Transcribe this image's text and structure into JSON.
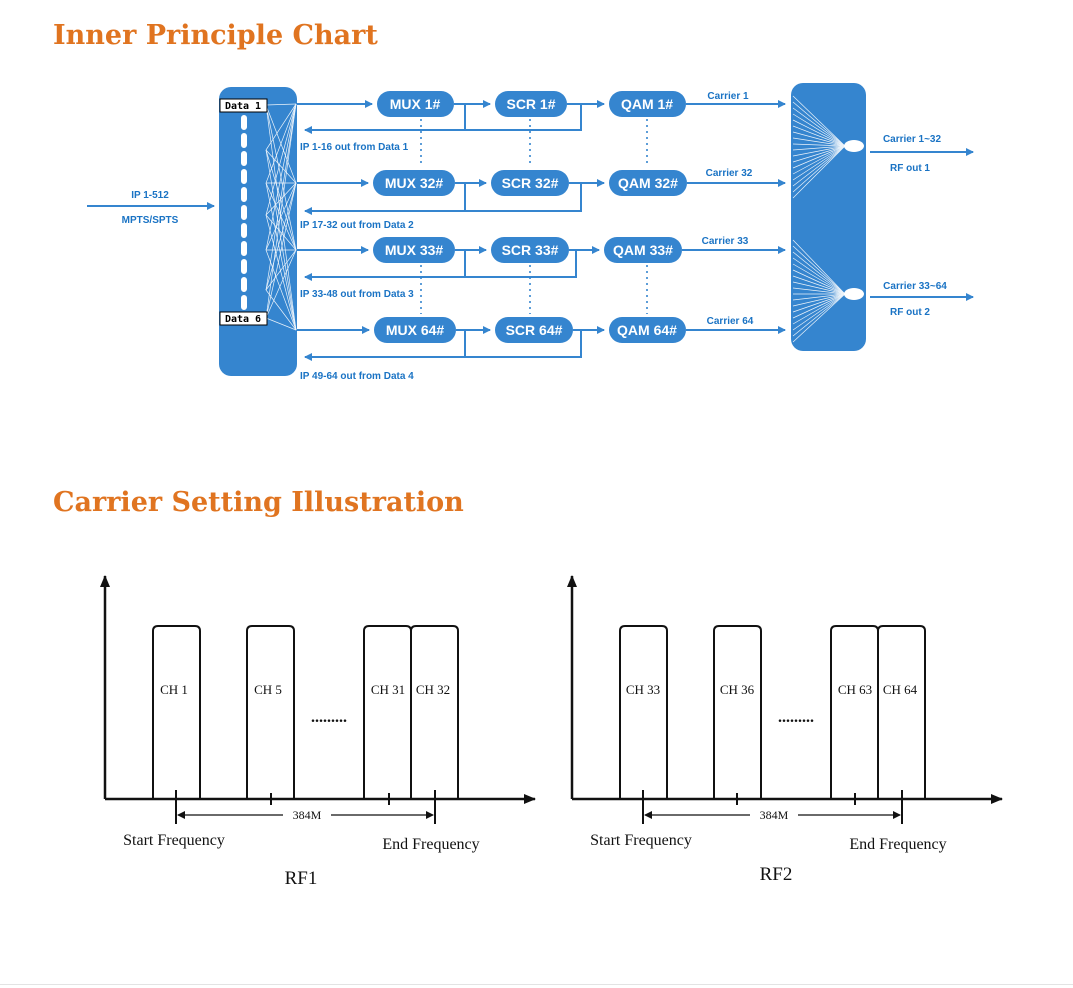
{
  "titles": {
    "inner": "Inner Principle Chart",
    "carrier": "Carrier Setting Illustration"
  },
  "principle": {
    "input_label_1": "IP 1-512",
    "input_label_2": "MPTS/SPTS",
    "data_first": "Data 1",
    "data_last": "Data 6",
    "rows": [
      {
        "mux": "MUX 1#",
        "scr": "SCR 1#",
        "qam": "QAM 1#",
        "carrier": "Carrier 1",
        "ip_out": "IP 1-16 out from Data 1"
      },
      {
        "mux": "MUX 32#",
        "scr": "SCR 32#",
        "qam": "QAM 32#",
        "carrier": "Carrier 32",
        "ip_out": "IP 17-32 out from Data 2"
      },
      {
        "mux": "MUX 33#",
        "scr": "SCR 33#",
        "qam": "QAM 33#",
        "carrier": "Carrier 33",
        "ip_out": "IP 33-48 out from Data 3"
      },
      {
        "mux": "MUX 64#",
        "scr": "SCR 64#",
        "qam": "QAM 64#",
        "carrier": "Carrier 64",
        "ip_out": "IP 49-64 out from Data 4"
      }
    ],
    "outputs": [
      {
        "carriers": "Carrier 1~32",
        "rf": "RF out 1"
      },
      {
        "carriers": "Carrier 33~64",
        "rf": "RF out 2"
      }
    ],
    "colors": {
      "blue": "#3585CF",
      "text_blue": "#1A73C4",
      "title_orange": "#E07420"
    }
  },
  "carrier": {
    "rf_groups": [
      {
        "name": "RF1",
        "channels": [
          "CH 1",
          "CH 5",
          "CH 31",
          "CH 32"
        ],
        "ellipsis": ".........",
        "span": "384M",
        "start": "Start Frequency",
        "end": "End Frequency"
      },
      {
        "name": "RF2",
        "channels": [
          "CH 33",
          "CH 36",
          "CH 63",
          "CH 64"
        ],
        "ellipsis": ".........",
        "span": "384M",
        "start": "Start Frequency",
        "end": "End Frequency"
      }
    ]
  }
}
